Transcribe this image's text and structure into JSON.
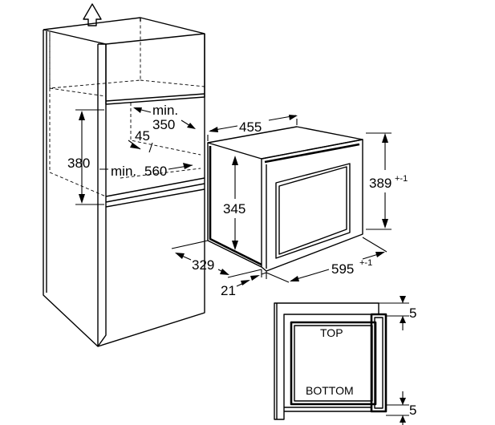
{
  "installation": {
    "vent_arrow_icon": "arrow-up-icon",
    "niche_width": {
      "prefix": "min.",
      "value": "560"
    },
    "niche_height": "380",
    "niche_depth": {
      "prefix": "min.",
      "value": "350"
    },
    "opening_offset": "45"
  },
  "appliance": {
    "width": {
      "value": "595",
      "tolerance": "+-1"
    },
    "height": {
      "value": "389",
      "tolerance": "+-1"
    },
    "depth": "455",
    "inner_height": "345",
    "body_depth": "329",
    "frame_depth": "21"
  },
  "frame_detail": {
    "top_label": "TOP",
    "bottom_label": "BOTTOM",
    "top_gap": "5",
    "bottom_gap": "5"
  }
}
